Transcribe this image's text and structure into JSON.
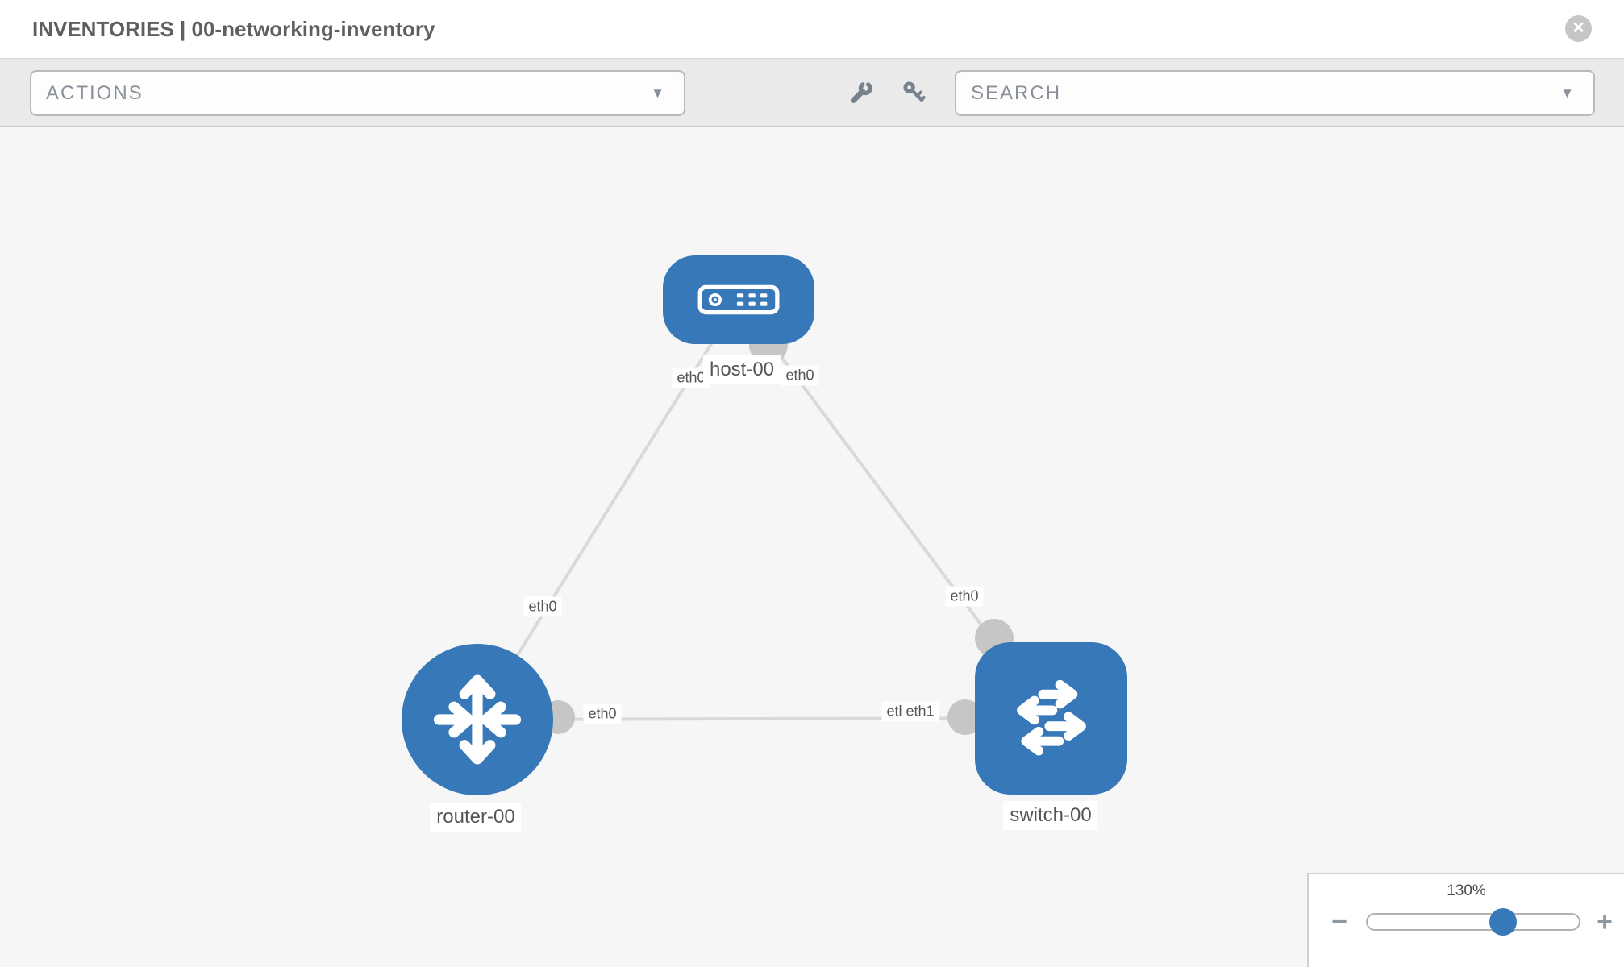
{
  "header": {
    "title": "INVENTORIES | 00-networking-inventory",
    "close_glyph": "✕"
  },
  "toolbar": {
    "actions_label": "ACTIONS",
    "search_label": "SEARCH",
    "caret": "▼"
  },
  "icons": {
    "header": [
      "close-icon"
    ],
    "toolbar": [
      "wrench-icon",
      "key-icon"
    ],
    "nodes": {
      "host-00": "server-icon",
      "router-00": "router-arrows-icon",
      "switch-00": "switch-arrows-icon"
    }
  },
  "topology": {
    "nodes": [
      {
        "name": "host-00",
        "type": "host"
      },
      {
        "name": "router-00",
        "type": "router"
      },
      {
        "name": "switch-00",
        "type": "switch"
      }
    ],
    "links": [
      {
        "source": "host-00",
        "source_interface": "eth0",
        "target": "router-00",
        "target_interface": "eth0"
      },
      {
        "source": "host-00",
        "source_interface": "eth0",
        "target": "switch-00",
        "target_interface": "eth0"
      },
      {
        "source": "router-00",
        "source_interface": "eth0",
        "target": "switch-00",
        "target_interface": "eth1"
      }
    ]
  },
  "zoom_control": {
    "value": "130%",
    "minus_label": "−",
    "plus_label": "+"
  },
  "colors": {
    "node_blue": "#3779b8",
    "link_gray": "#d9d9d9",
    "interface_dot_gray": "#c6c6c6",
    "toolbar_bg": "#eaeaea",
    "canvas_bg": "#f6f6f6",
    "chip_text": "#525659",
    "title_text": "#5f5f5f"
  }
}
